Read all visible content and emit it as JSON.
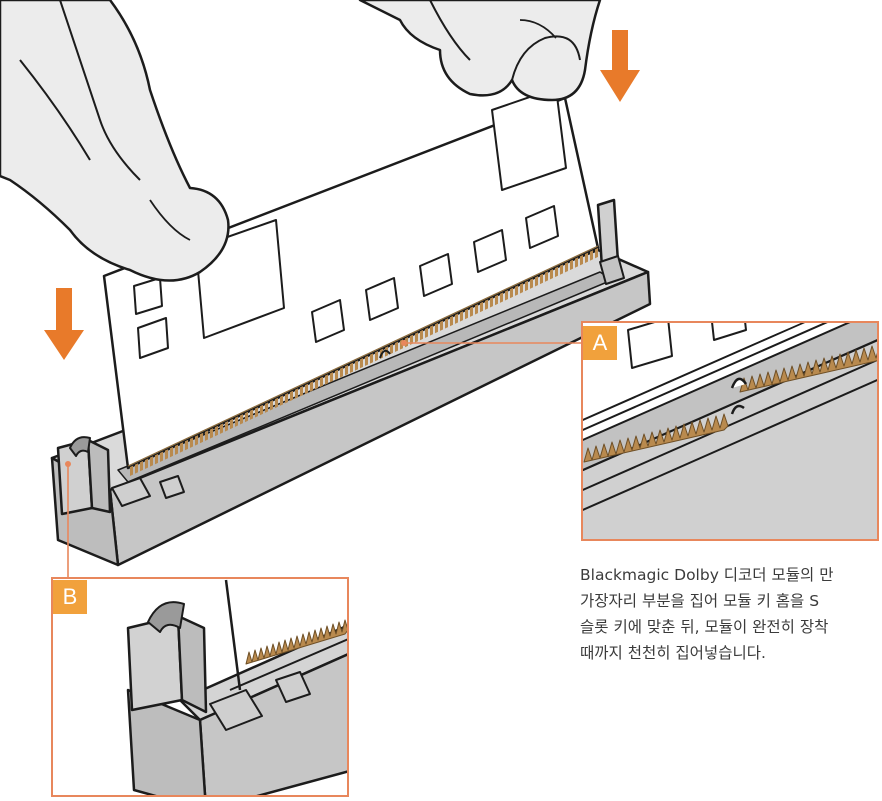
{
  "colors": {
    "accent_orange": "#e87a2a",
    "badge_orange": "#f1a13c",
    "callout_line": "#e8875c",
    "slot_gray": "#d4d4d4",
    "module_white": "#ffffff",
    "glove_gray": "#ececec",
    "pin_gold": "#b98a4e",
    "outline": "#1c1c1c"
  },
  "callouts": {
    "a": {
      "label": "A"
    },
    "b": {
      "label": "B"
    }
  },
  "caption": {
    "lines": [
      "Blackmagic Dolby 디코더 모듈의 만",
      "가장자리 부분을 집어 모듈 키 홈을 S",
      "슬롯 키에 맞춘 뒤, 모듈이 완전히 장착",
      "때까지 천천히 집어넣습니다."
    ]
  },
  "icons": [
    "down-arrow-icon",
    "down-arrow-icon"
  ]
}
